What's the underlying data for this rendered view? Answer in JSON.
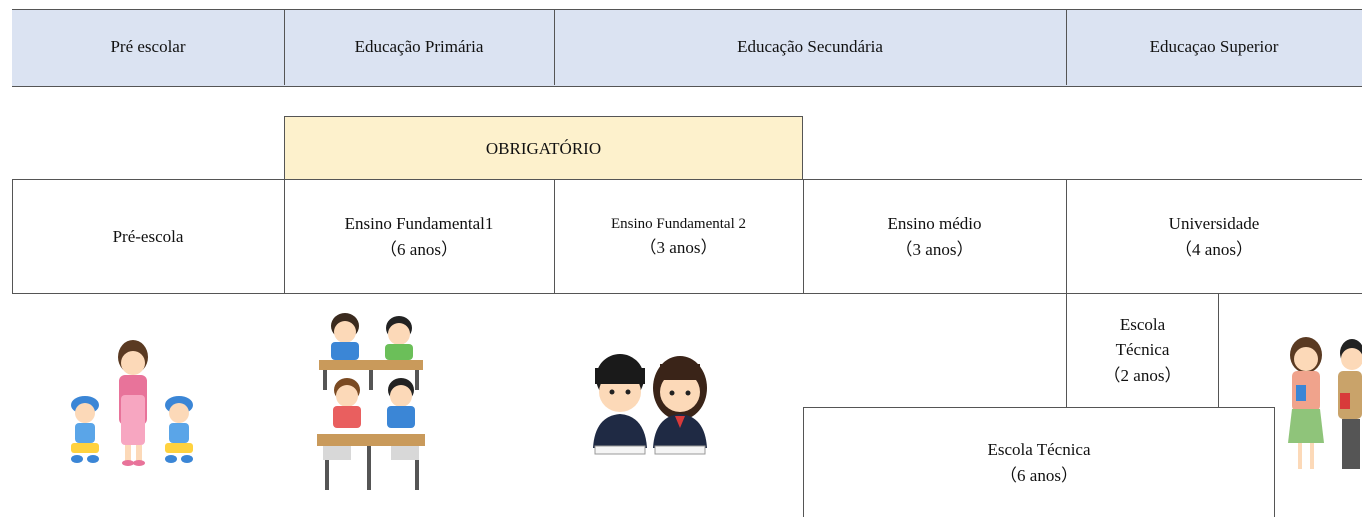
{
  "header": {
    "pre_escolar": "Pré escolar",
    "primaria": "Educação Primária",
    "secundaria": "Educação Secundária",
    "superior": "Educaçao Superior"
  },
  "obrigatorio": {
    "label": "OBRIGATÓRIO",
    "color": "#fdf1cc"
  },
  "levels": {
    "pre_escola": "Pré-escola",
    "fund1": {
      "name": "Ensino Fundamental1",
      "years": "（6 anos）"
    },
    "fund2": {
      "name": "Ensino Fundamental 2",
      "years": "（3 anos）"
    },
    "medio": {
      "name": "Ensino médio",
      "years": "（3 anos）"
    },
    "universidade": {
      "name": "Universidade",
      "years": "（4 anos）"
    }
  },
  "escola_tecnica_2": {
    "line1": "Escola",
    "line2": "Técnica",
    "years": "（2 anos）"
  },
  "escola_tecnica_6": {
    "name": "Escola Técnica",
    "years": "（6 anos）"
  },
  "colors": {
    "header_bg": "#dbe3f2",
    "border": "#555555"
  },
  "illustrations": [
    "teacher-with-children-illustration",
    "classroom-students-illustration",
    "students-writing-illustration",
    "university-students-illustration"
  ]
}
